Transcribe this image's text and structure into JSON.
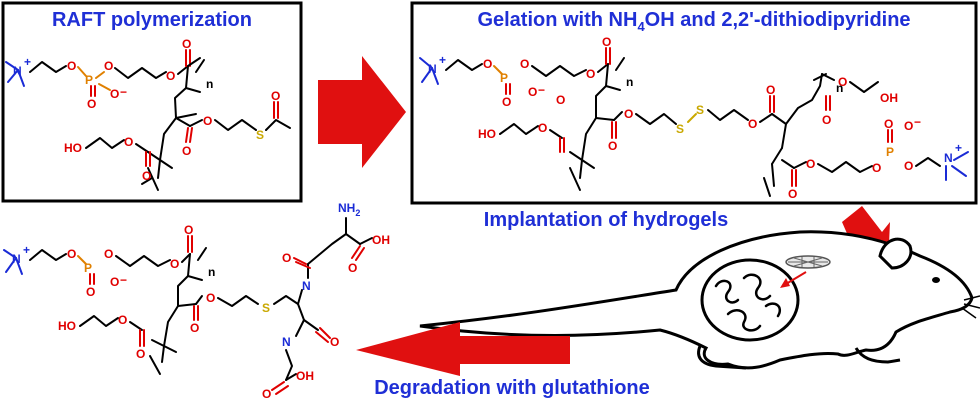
{
  "labels": {
    "raft": "RAFT polymerization",
    "gelation_pre": "Gelation with NH",
    "gelation_sub": "4",
    "gelation_post": "OH and 2,2'-dithiodipyridine",
    "implantation": "Implantation of hydrogels",
    "degradation": "Degradation with glutathione"
  },
  "atoms": {
    "n_plus": "N",
    "plus": "+",
    "minus": "−",
    "o": "O",
    "p": "P",
    "s": "S",
    "n": "N",
    "ho": "HO",
    "oh": "OH",
    "nh2": "NH",
    "nh2_sub": "2",
    "subscript_n": "n"
  },
  "colors": {
    "heading_blue": "#1f2fd6",
    "arrow_red": "#e01010",
    "oxygen_red": "#e00000",
    "nitrogen_blue": "#1a2bd6",
    "phosphorus_orange": "#e08000",
    "sulfur_yellow": "#c9a800"
  }
}
